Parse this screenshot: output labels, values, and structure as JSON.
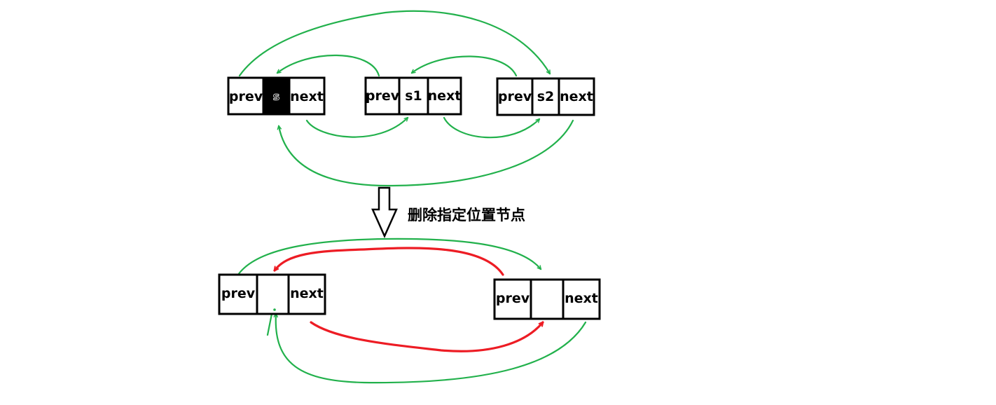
{
  "colors": {
    "pointer_link": "#22b14c",
    "deleted_link": "#ed1c24",
    "selected_cell": "#000000"
  },
  "before": {
    "nodes": [
      {
        "prev": "prev",
        "data": "s",
        "next": "next",
        "data_selected": true
      },
      {
        "prev": "prev",
        "data": "s1",
        "next": "next",
        "data_selected": false
      },
      {
        "prev": "prev",
        "data": "s2",
        "next": "next",
        "data_selected": false
      }
    ]
  },
  "operation": {
    "caption": "删除指定位置节点",
    "arrow_icon": "down-arrow-icon"
  },
  "after": {
    "nodes": [
      {
        "prev": "prev",
        "data": "",
        "next": "next"
      },
      {
        "prev": "prev",
        "data": "",
        "next": "next"
      }
    ]
  }
}
